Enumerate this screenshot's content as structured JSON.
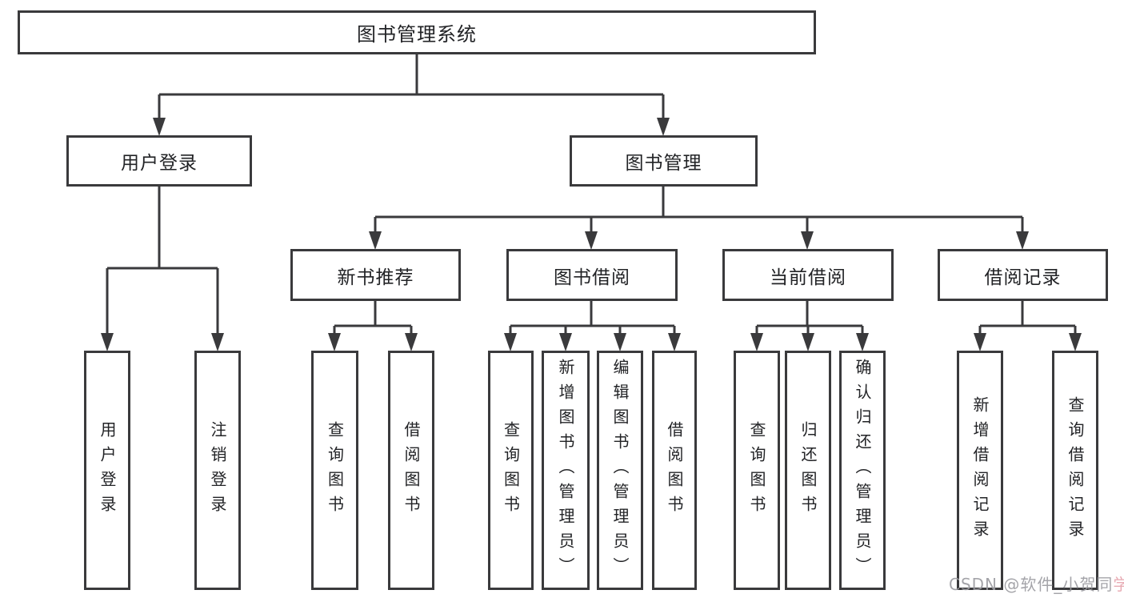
{
  "diagram": {
    "title_node": {
      "label": "图书管理系统"
    },
    "level2": [
      {
        "label": "用户登录"
      },
      {
        "label": "图书管理"
      }
    ],
    "level3": [
      {
        "label": "新书推荐"
      },
      {
        "label": "图书借阅"
      },
      {
        "label": "当前借阅"
      },
      {
        "label": "借阅记录"
      }
    ],
    "level4": {
      "user_login": [
        {
          "label": "用户登录"
        },
        {
          "label": "注销登录"
        }
      ],
      "new_book": [
        {
          "label": "查询图书"
        },
        {
          "label": "借阅图书"
        }
      ],
      "book_borrow": [
        {
          "label": "查询图书"
        },
        {
          "label": "新增图书（管理员）"
        },
        {
          "label": "编辑图书（管理员）"
        },
        {
          "label": "借阅图书"
        }
      ],
      "current_borrow": [
        {
          "label": "查询图书"
        },
        {
          "label": "归还图书"
        },
        {
          "label": "确认归还（管理员）"
        }
      ],
      "borrow_record": [
        {
          "label": "新增借阅记录"
        },
        {
          "label": "查询借阅记录"
        }
      ]
    },
    "watermark": {
      "text_main": "CSDN @软件_小贺同",
      "text_tail": "学",
      "color_main": "#9b9ba0",
      "color_tail": "#e6a4ad"
    },
    "colors": {
      "line": "#3a3a3c",
      "node_border": "#3a3a3c",
      "text": "#222326",
      "background": "#ffffff"
    }
  }
}
